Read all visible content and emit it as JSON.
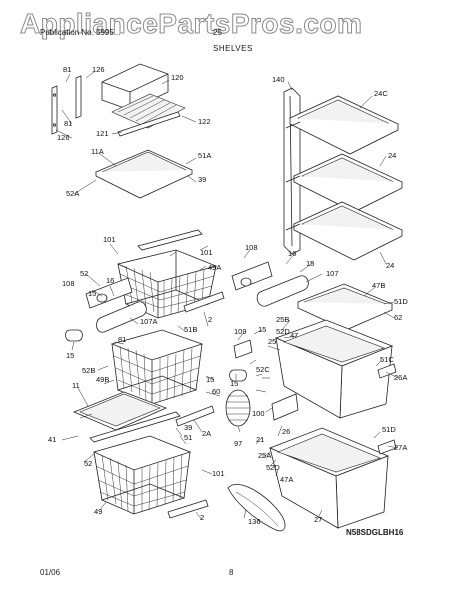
{
  "watermark": "AppliancePartsPros.com",
  "header": {
    "left": "Publication No. 5995...",
    "number": "25",
    "section": "SHELVES"
  },
  "footer": {
    "date": "01/06",
    "page": "8"
  },
  "diagram_code": "N58SDGLBH16",
  "part_labels": [
    "81",
    "126",
    "120",
    "126",
    "81",
    "121",
    "122",
    "11A",
    "51A",
    "52A",
    "39",
    "140",
    "24C",
    "24",
    "24",
    "101",
    "101",
    "52",
    "108",
    "15",
    "16",
    "49A",
    "2",
    "107A",
    "51B",
    "15",
    "81",
    "52B",
    "49B",
    "60",
    "11",
    "15",
    "39",
    "2A",
    "41",
    "51",
    "52",
    "49",
    "101",
    "2",
    "108",
    "16",
    "15",
    "107",
    "47B",
    "51D",
    "62",
    "109",
    "15",
    "25B",
    "52D",
    "25",
    "47",
    "15",
    "52C",
    "51C",
    "26A",
    "100",
    "97",
    "21",
    "26",
    "25A",
    "52D",
    "47A",
    "51D",
    "27A",
    "136",
    "27"
  ]
}
